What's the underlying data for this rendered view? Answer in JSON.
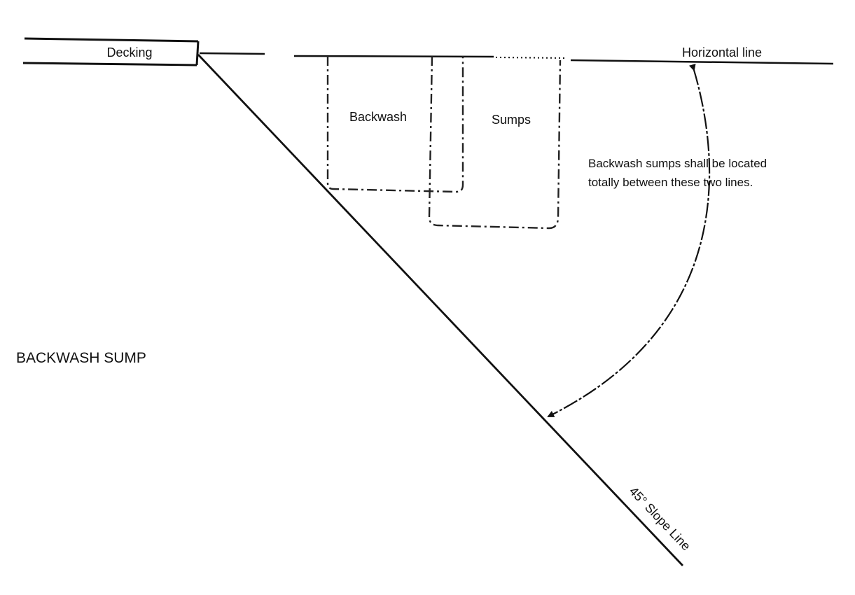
{
  "diagram": {
    "labels": {
      "decking": "Decking",
      "horizontal_line": "Horizontal line",
      "backwash": "Backwash",
      "sumps": "Sumps",
      "note_line1": "Backwash sumps shall be located",
      "note_line2": "totally between these two lines.",
      "title": "BACKWASH SUMP",
      "slope_line": "45° Slope Line"
    },
    "colors": {
      "line": "#111111",
      "background": "#ffffff"
    }
  }
}
